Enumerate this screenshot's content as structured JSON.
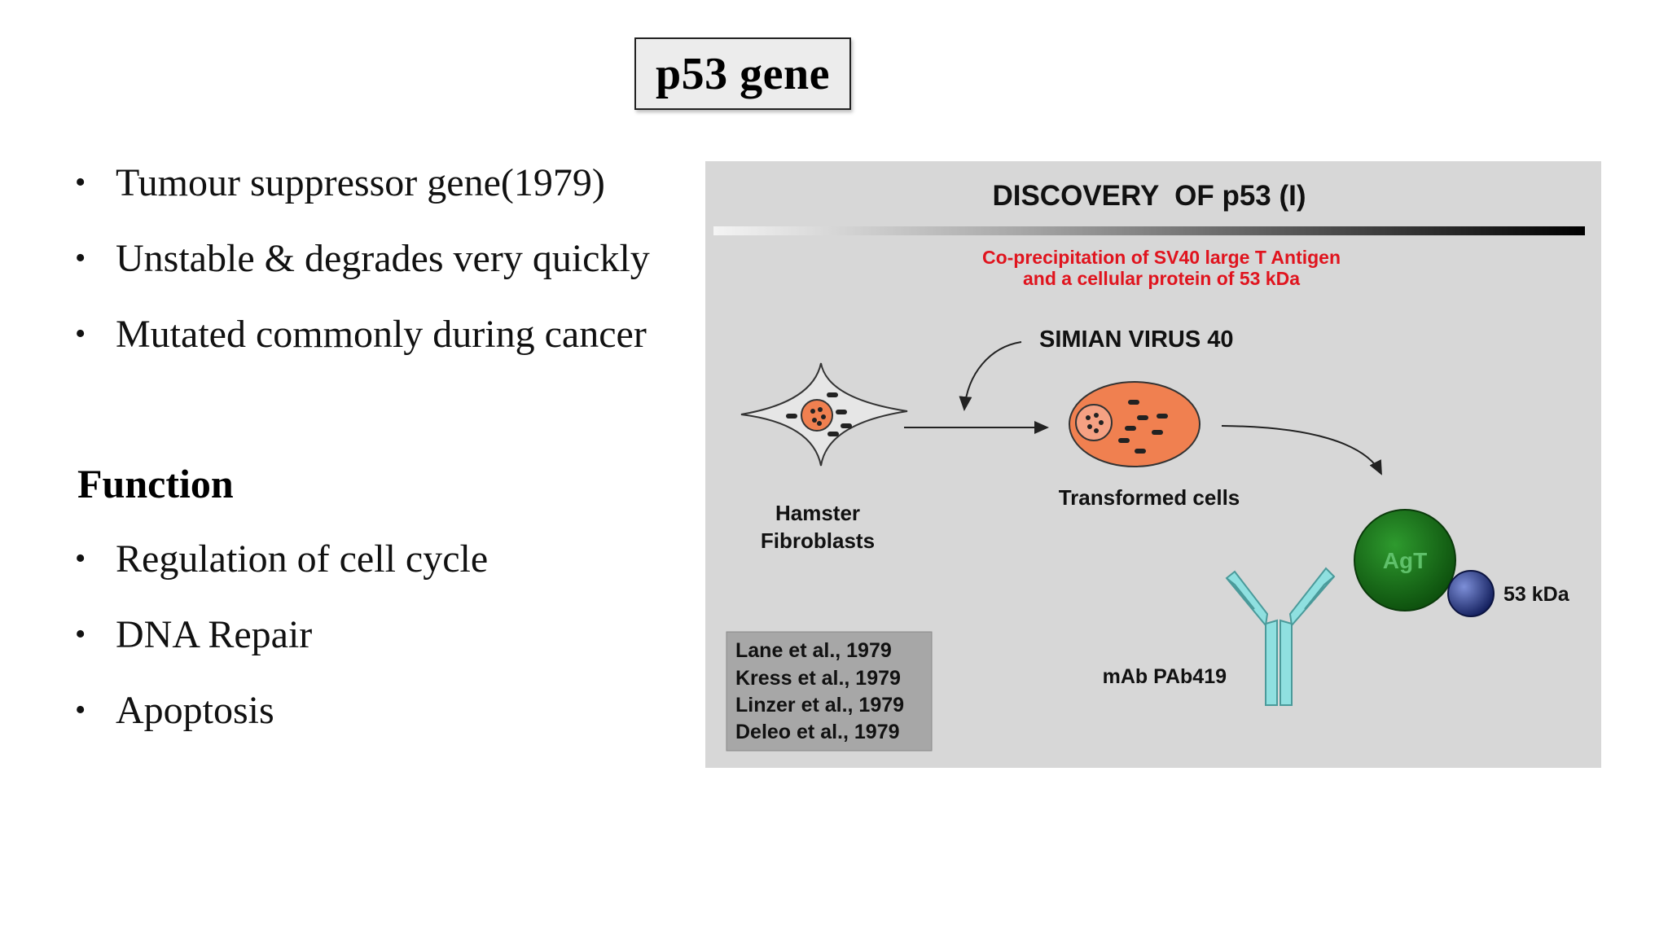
{
  "slide": {
    "title": "p53 gene",
    "bullets": [
      "Tumour suppressor gene(1979)",
      "Unstable & degrades very quickly",
      "Mutated commonly during cancer"
    ],
    "function_heading": "Function",
    "function_bullets": [
      "Regulation of cell cycle",
      "DNA Repair",
      "Apoptosis"
    ],
    "bullet_glyph": "•"
  },
  "figure": {
    "title": "DISCOVERY  OF p53 (I)",
    "subtitle_line1": "Co-precipitation of SV40 large T Antigen",
    "subtitle_line2": "and a cellular protein of 53 kDa",
    "virus_label": "SIMIAN VIRUS 40",
    "hamster_line1": "Hamster",
    "hamster_line2": "Fibroblasts",
    "transformed_label": "Transformed cells",
    "agt_label": "AgT",
    "kda_label": "53 kDa",
    "antibody_label": "mAb PAb419",
    "references": [
      "Lane et al., 1979",
      "Kress et al., 1979",
      "Linzer et al., 1979",
      "Deleo et al., 1979"
    ],
    "colors": {
      "subtitle": "#e0141e",
      "cell_fill": "#f08050",
      "agt": "#1c7a1c",
      "kda_ball": "#2a3c8c",
      "antibody": "#8fe0e0"
    }
  }
}
